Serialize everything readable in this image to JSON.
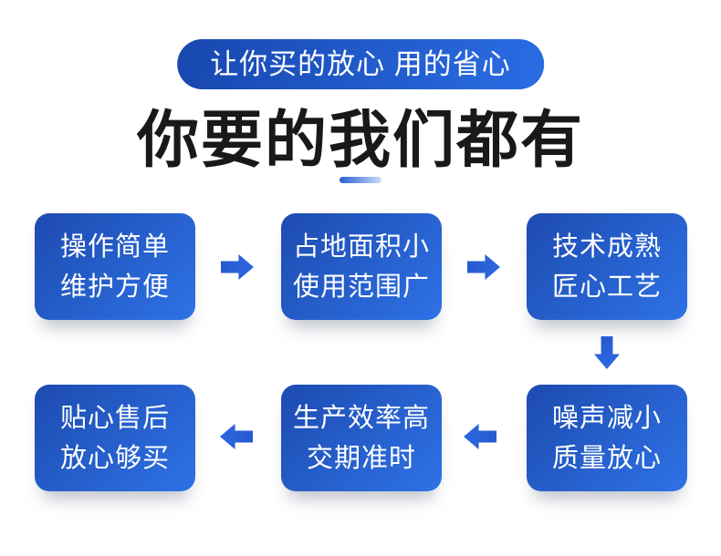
{
  "badge": {
    "label": "让你买的放心 用的省心"
  },
  "heading": {
    "title": "你要的我们都有"
  },
  "features": [
    {
      "line1": "操作简单",
      "line2": "维护方便"
    },
    {
      "line1": "占地面积小",
      "line2": "使用范围广"
    },
    {
      "line1": "技术成熟",
      "line2": "匠心工艺"
    },
    {
      "line1": "噪声减小",
      "line2": "质量放心"
    },
    {
      "line1": "生产效率高",
      "line2": "交期准时"
    },
    {
      "line1": "贴心售后",
      "line2": "放心够买"
    }
  ],
  "flow_order": [
    "操作简单 维护方便",
    "占地面积小 使用范围广",
    "技术成熟 匠心工艺",
    "噪声减小 质量放心",
    "生产效率高 交期准时",
    "贴心售后 放心够买"
  ],
  "colors": {
    "background": "#ffffff",
    "heading_text": "#191919",
    "badge_gradient_start": "#1847af",
    "badge_gradient_end": "#2a6ce4",
    "box_gradient_start": "#1d4bb0",
    "box_gradient_end": "#2e72e6",
    "arrow_blue": "#2a63da",
    "underline_gradient_start": "#2a5fd0",
    "underline_gradient_end": "#cadcf8",
    "box_text": "#ffffff"
  }
}
